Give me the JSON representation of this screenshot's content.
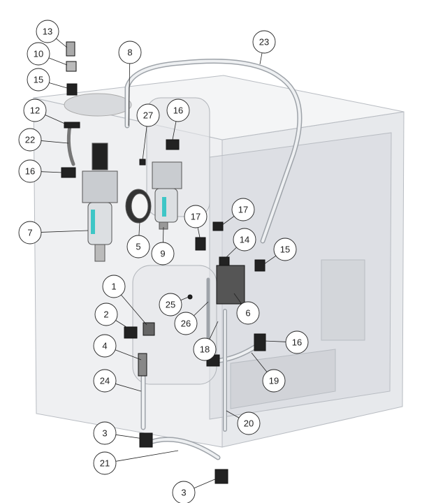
{
  "diagram": {
    "callouts": [
      "13",
      "10",
      "15",
      "12",
      "22",
      "16",
      "7",
      "8",
      "23",
      "27",
      "16",
      "5",
      "9",
      "17",
      "17",
      "14",
      "15",
      "1",
      "25",
      "26",
      "6",
      "2",
      "18",
      "16",
      "19",
      "4",
      "24",
      "20",
      "3",
      "21",
      "3"
    ]
  }
}
